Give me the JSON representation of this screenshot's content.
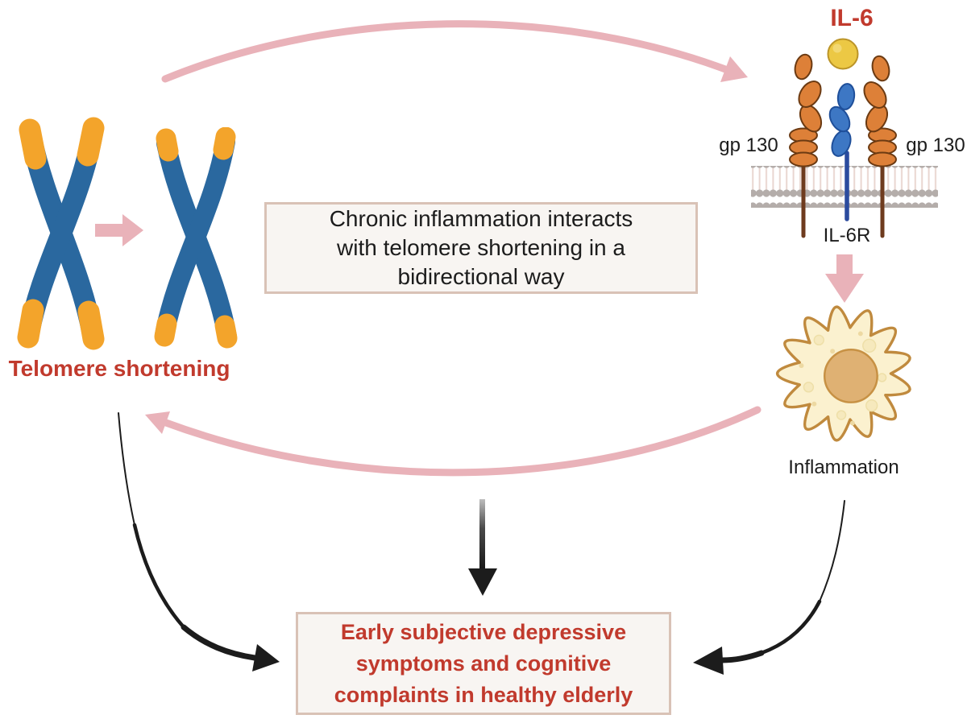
{
  "figure": {
    "labels": {
      "il6": "IL-6",
      "gp130_left": "gp 130",
      "gp130_right": "gp 130",
      "il6r": "IL-6R",
      "inflammation": "Inflammation",
      "telomere_shortening": "Telomere shortening"
    },
    "center_box": {
      "lines": [
        "Chronic inflammation interacts",
        "with telomere shortening in a",
        "bidirectional way"
      ]
    },
    "outcome_box": {
      "lines": [
        "Early subjective depressive",
        "symptoms and cognitive",
        "complaints in healthy elderly"
      ]
    },
    "colors": {
      "accent_red": "#c13a2d",
      "arrow_pink": "#e9b2b9",
      "arrow_black": "#1c1c1c",
      "box_border": "#d9c2b6",
      "box_bg": "#f8f5f2",
      "chromosome_blue": "#2a689f",
      "telomere_orange": "#f3a42b",
      "receptor_orange": "#dd8038",
      "receptor_blue": "#3d77c4",
      "receptor_stem_brown": "#6e3b1e",
      "cytokine_yellow": "#ecc844",
      "membrane_gray": "#b4adaa",
      "membrane_tail_pink": "#e9d6d0",
      "cell_fill": "#fbf1cf",
      "cell_outline": "#c08a3e",
      "nucleus_tan": "#dfb173"
    },
    "icons": {
      "chromosome_long": "chromosome-long-telomeres-icon",
      "chromosome_short": "chromosome-short-telomeres-icon",
      "telomere_shortening_arrow": "pink-block-arrow-right-icon",
      "il6_cytokine": "il6-cytokine-ball-icon",
      "il6_receptor": "il6-receptor-complex-icon",
      "membrane": "lipid-bilayer-membrane-icon",
      "receptor_to_cell_arrow": "pink-block-arrow-down-icon",
      "inflammation_cell": "inflammation-cell-icon",
      "top_curved_arrow": "pink-curved-arrow-right-icon",
      "return_curved_arrow": "pink-curved-arrow-left-icon",
      "left_black_arrow": "black-curved-arrow-icon",
      "middle_black_arrow": "black-straight-arrow-icon",
      "right_black_arrow": "black-curved-arrow-icon"
    }
  }
}
